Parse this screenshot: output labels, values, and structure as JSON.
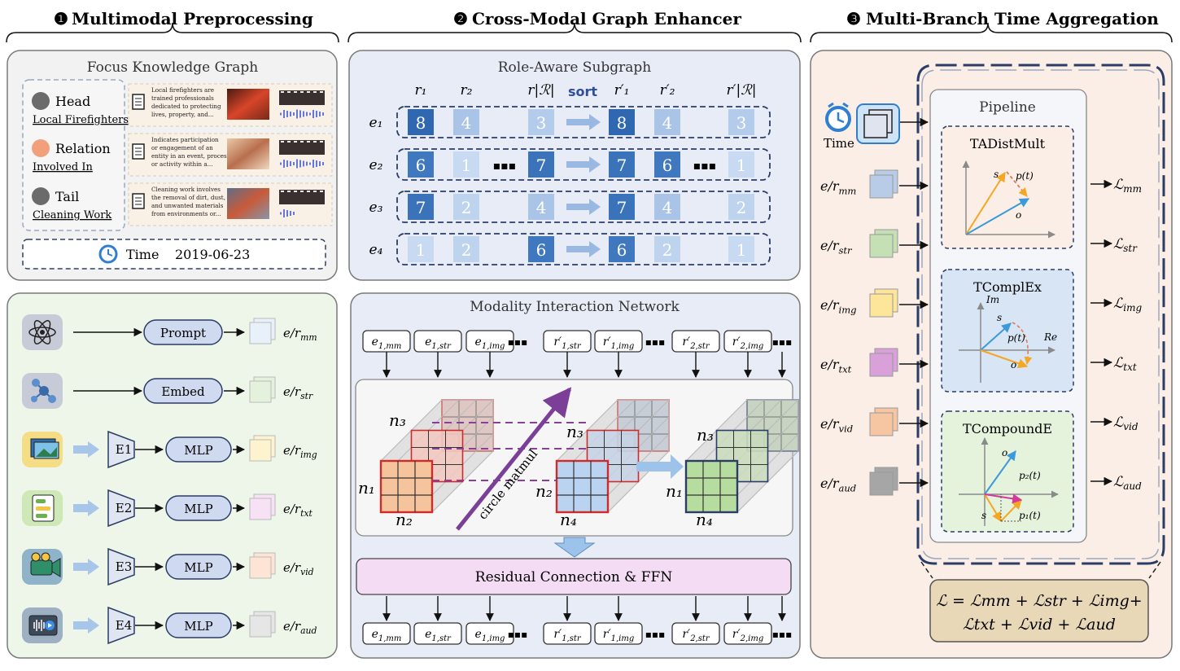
{
  "sections": {
    "s1": {
      "num": "❶",
      "title": "Multimodal Preprocessing"
    },
    "s2": {
      "num": "❷",
      "title": "Cross-Modal Graph Enhancer"
    },
    "s3": {
      "num": "❸",
      "title": "Multi-Branch Time Aggregation"
    }
  },
  "fkg": {
    "title": "Focus Knowledge Graph",
    "head_label": "Head",
    "head_value": "Local Firefighters",
    "relation_label": "Relation",
    "relation_value": "Involved In",
    "tail_label": "Tail",
    "tail_value": "Cleaning Work",
    "time_label": "Time",
    "time_value": "2019-06-23",
    "rows": [
      {
        "lines": [
          "Local firefighters are",
          "trained professionals",
          "dedicated to protecting",
          "lives, property, and..."
        ]
      },
      {
        "lines": [
          "Indicates participation",
          "or engagement of an",
          "entity in an event, process,",
          "or activity within a..."
        ]
      },
      {
        "lines": [
          "Cleaning work involves",
          "the removal of dirt, dust,",
          "and unwanted materials",
          "from environments or..."
        ]
      }
    ]
  },
  "encoders": {
    "rows": [
      {
        "icon": "atom-icon",
        "module": "Prompt",
        "enc": "",
        "out": "e/r",
        "sub": "mm",
        "fill": "#e8f0fa"
      },
      {
        "icon": "graph-nodes-icon",
        "module": "Embed",
        "enc": "",
        "out": "e/r",
        "sub": "str",
        "fill": "#e4f2dd"
      },
      {
        "icon": "image-icon",
        "module": "MLP",
        "enc": "E1",
        "out": "e/r",
        "sub": "img",
        "fill": "#fdf3cf"
      },
      {
        "icon": "document-icon",
        "module": "MLP",
        "enc": "E2",
        "out": "e/r",
        "sub": "txt",
        "fill": "#f6e2f4"
      },
      {
        "icon": "video-camera-icon",
        "module": "MLP",
        "enc": "E3",
        "out": "e/r",
        "sub": "vid",
        "fill": "#fde4d5"
      },
      {
        "icon": "audio-icon",
        "module": "MLP",
        "enc": "E4",
        "out": "e/r",
        "sub": "aud",
        "fill": "#e6e6e6"
      }
    ]
  },
  "ras": {
    "title": "Role-Aware Subgraph",
    "sort_label": "sort",
    "ellipsis": "▪▪▪",
    "rel_headers_left": [
      "r₁",
      "r₂",
      "r|ℛ|"
    ],
    "rel_headers_right": [
      "r′₁",
      "r′₂",
      "r′|ℛ|"
    ],
    "entity_labels": [
      "e₁",
      "e₂",
      "e₃",
      "e₄"
    ],
    "rows": [
      {
        "left": [
          8,
          4,
          3
        ],
        "right": [
          8,
          4,
          3
        ]
      },
      {
        "left": [
          6,
          1,
          7
        ],
        "right": [
          7,
          6,
          1
        ]
      },
      {
        "left": [
          7,
          2,
          4
        ],
        "right": [
          7,
          4,
          2
        ]
      },
      {
        "left": [
          1,
          2,
          6
        ],
        "right": [
          6,
          2,
          1
        ]
      }
    ]
  },
  "min": {
    "title": "Modality Interaction Network",
    "tokens": [
      "e1,mm",
      "e1,str",
      "e1,img",
      "r′1,str",
      "r′1,img",
      "r′2,str",
      "r′2,img"
    ],
    "matmul_label": "circle matmul",
    "n_labels": [
      "n₃",
      "n₁",
      "n₂",
      "n₃",
      "n₂",
      "n₄",
      "n₃",
      "n₁",
      "n₄"
    ],
    "residual_label": "Residual Connection & FFN"
  },
  "mbta": {
    "pipeline_title": "Pipeline",
    "time_label": "Time",
    "inputs": [
      {
        "label": "e/r",
        "sub": "mm",
        "fill": "#b8cce8"
      },
      {
        "label": "e/r",
        "sub": "str",
        "fill": "#c4e0b4"
      },
      {
        "label": "e/r",
        "sub": "img",
        "fill": "#fde59a"
      },
      {
        "label": "e/r",
        "sub": "txt",
        "fill": "#d9a0d9"
      },
      {
        "label": "e/r",
        "sub": "vid",
        "fill": "#f6c6a3"
      },
      {
        "label": "e/r",
        "sub": "aud",
        "fill": "#a6a6a6"
      }
    ],
    "losses": [
      "mm",
      "str",
      "img",
      "txt",
      "vid",
      "aud"
    ],
    "methods": [
      {
        "name": "TADistMult",
        "labels": [
          "s",
          "p(t)",
          "o"
        ]
      },
      {
        "name": "TComplEx",
        "labels": [
          "Im",
          "Re",
          "s",
          "p(t)",
          "o"
        ]
      },
      {
        "name": "TCompoundE",
        "labels": [
          "o",
          "p₂(t)",
          "s",
          "p₁(t)"
        ]
      }
    ],
    "loss_formula_line1": "ℒ = ℒmm + ℒstr + ℒimg+",
    "loss_formula_line2": "ℒtxt + ℒvid + ℒaud"
  }
}
